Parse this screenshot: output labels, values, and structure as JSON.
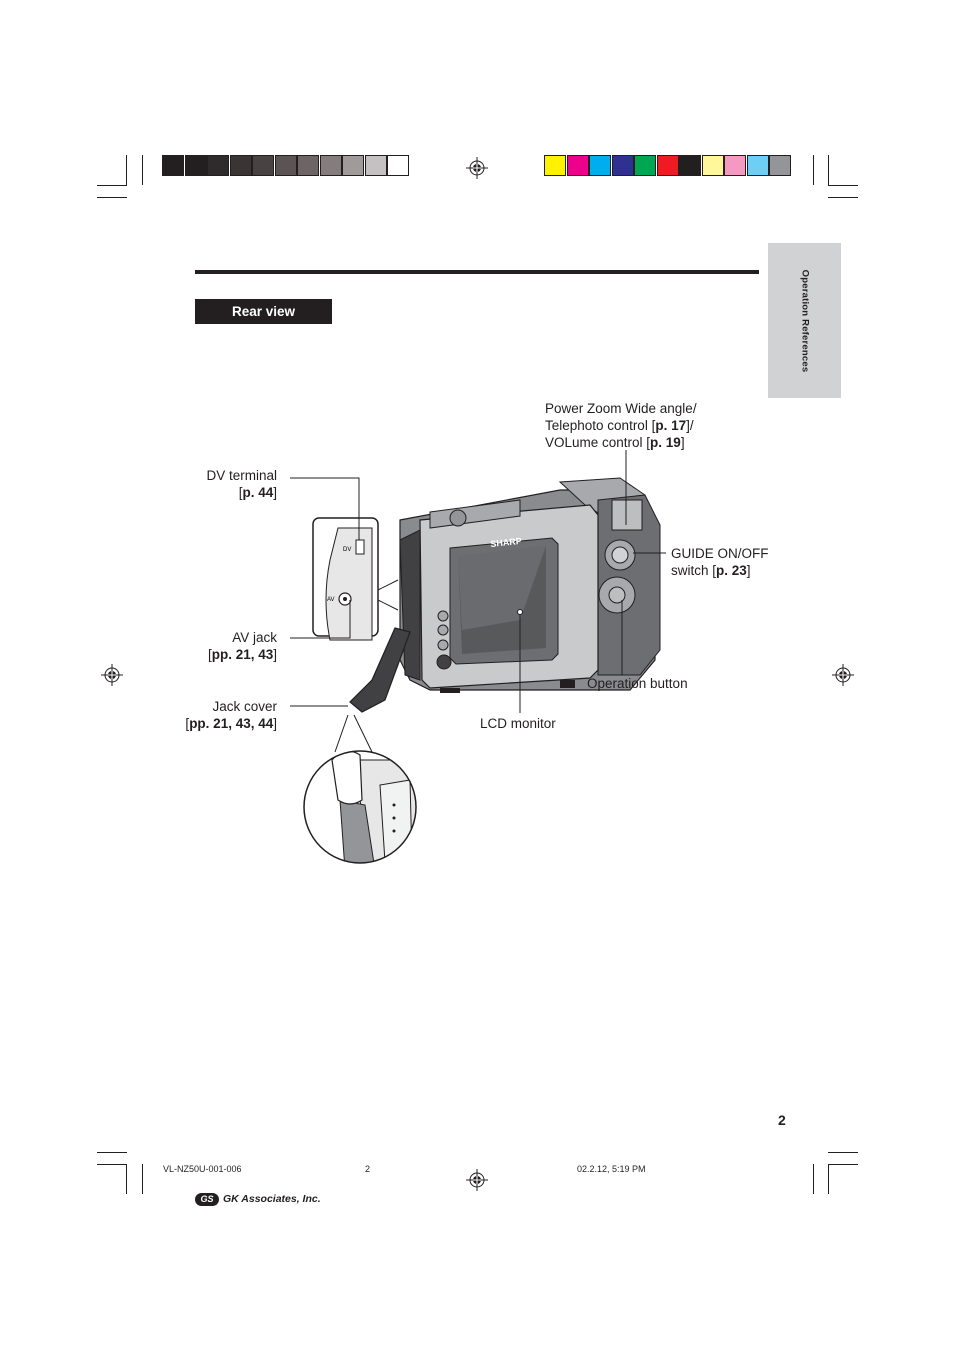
{
  "side_tab": {
    "label": "Operation References"
  },
  "section": {
    "rear_view_label": "Rear view"
  },
  "page_number": "2",
  "colors": {
    "gray_bar": [
      "#231f20",
      "#231f20",
      "#2f2a2b",
      "#3a3435",
      "#494243",
      "#5c5354",
      "#6d6465",
      "#847c7d",
      "#a19a9b",
      "#c5c0c1",
      "#ffffff"
    ],
    "color_bar": [
      "#fff200",
      "#ec008c",
      "#00aeef",
      "#2e3192",
      "#00a651",
      "#ed1c24",
      "#231f20",
      "#fff799",
      "#f49ac1",
      "#6dcff6",
      "#939598"
    ]
  },
  "labels": {
    "power_zoom": {
      "line1": "Power Zoom Wide angle/",
      "line2_pre": "Telephoto control [",
      "line2_ref": "p. 17",
      "line2_post": "]/",
      "line3_pre": "VOLume control [",
      "line3_ref": "p. 19",
      "line3_post": "]"
    },
    "dv_terminal": {
      "line1": "DV terminal",
      "pre": "[",
      "ref": "p. 44",
      "post": "]"
    },
    "guide_switch": {
      "line1": "GUIDE ON/OFF",
      "line2_pre": "switch [",
      "line2_ref": "p. 23",
      "line2_post": "]"
    },
    "av_jack": {
      "line1": "AV jack",
      "pre": "[",
      "ref": "pp. 21, 43",
      "post": "]"
    },
    "operation_button": {
      "text": "Operation button"
    },
    "jack_cover": {
      "line1": "Jack cover",
      "pre": "[",
      "ref": "pp. 21, 43, 44",
      "post": "]"
    },
    "lcd_monitor": {
      "text": "LCD monitor"
    }
  },
  "inset": {
    "dv": "DV",
    "av": "AV"
  },
  "camera": {
    "brand": "SHARP"
  },
  "footer": {
    "doc_id": "VL-NZ50U-001-006",
    "page": "2",
    "timestamp": "02.2.12, 5:19 PM",
    "company": "GK Associates, Inc."
  }
}
